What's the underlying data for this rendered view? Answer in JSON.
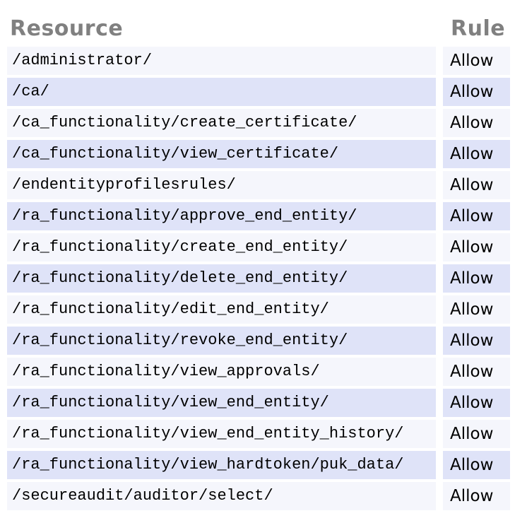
{
  "table": {
    "header": {
      "resource_label": "Resource",
      "rule_label": "Rule"
    },
    "rows": [
      {
        "resource": "/administrator/",
        "rule": "Allow"
      },
      {
        "resource": "/ca/",
        "rule": "Allow"
      },
      {
        "resource": "/ca_functionality/create_certificate/",
        "rule": "Allow"
      },
      {
        "resource": "/ca_functionality/view_certificate/",
        "rule": "Allow"
      },
      {
        "resource": "/endentityprofilesrules/",
        "rule": "Allow"
      },
      {
        "resource": "/ra_functionality/approve_end_entity/",
        "rule": "Allow"
      },
      {
        "resource": "/ra_functionality/create_end_entity/",
        "rule": "Allow"
      },
      {
        "resource": "/ra_functionality/delete_end_entity/",
        "rule": "Allow"
      },
      {
        "resource": "/ra_functionality/edit_end_entity/",
        "rule": "Allow"
      },
      {
        "resource": "/ra_functionality/revoke_end_entity/",
        "rule": "Allow"
      },
      {
        "resource": "/ra_functionality/view_approvals/",
        "rule": "Allow"
      },
      {
        "resource": "/ra_functionality/view_end_entity/",
        "rule": "Allow"
      },
      {
        "resource": "/ra_functionality/view_end_entity_history/",
        "rule": "Allow"
      },
      {
        "resource": "/ra_functionality/view_hardtoken/puk_data/",
        "rule": "Allow"
      },
      {
        "resource": "/secureaudit/auditor/select/",
        "rule": "Allow"
      }
    ]
  },
  "colors": {
    "row_light": "#f5f6fc",
    "row_dark": "#dfe3f8",
    "header_text": "#808080",
    "resource_text": "#000000",
    "rule_text": "#000000",
    "page_bg": "#ffffff"
  }
}
